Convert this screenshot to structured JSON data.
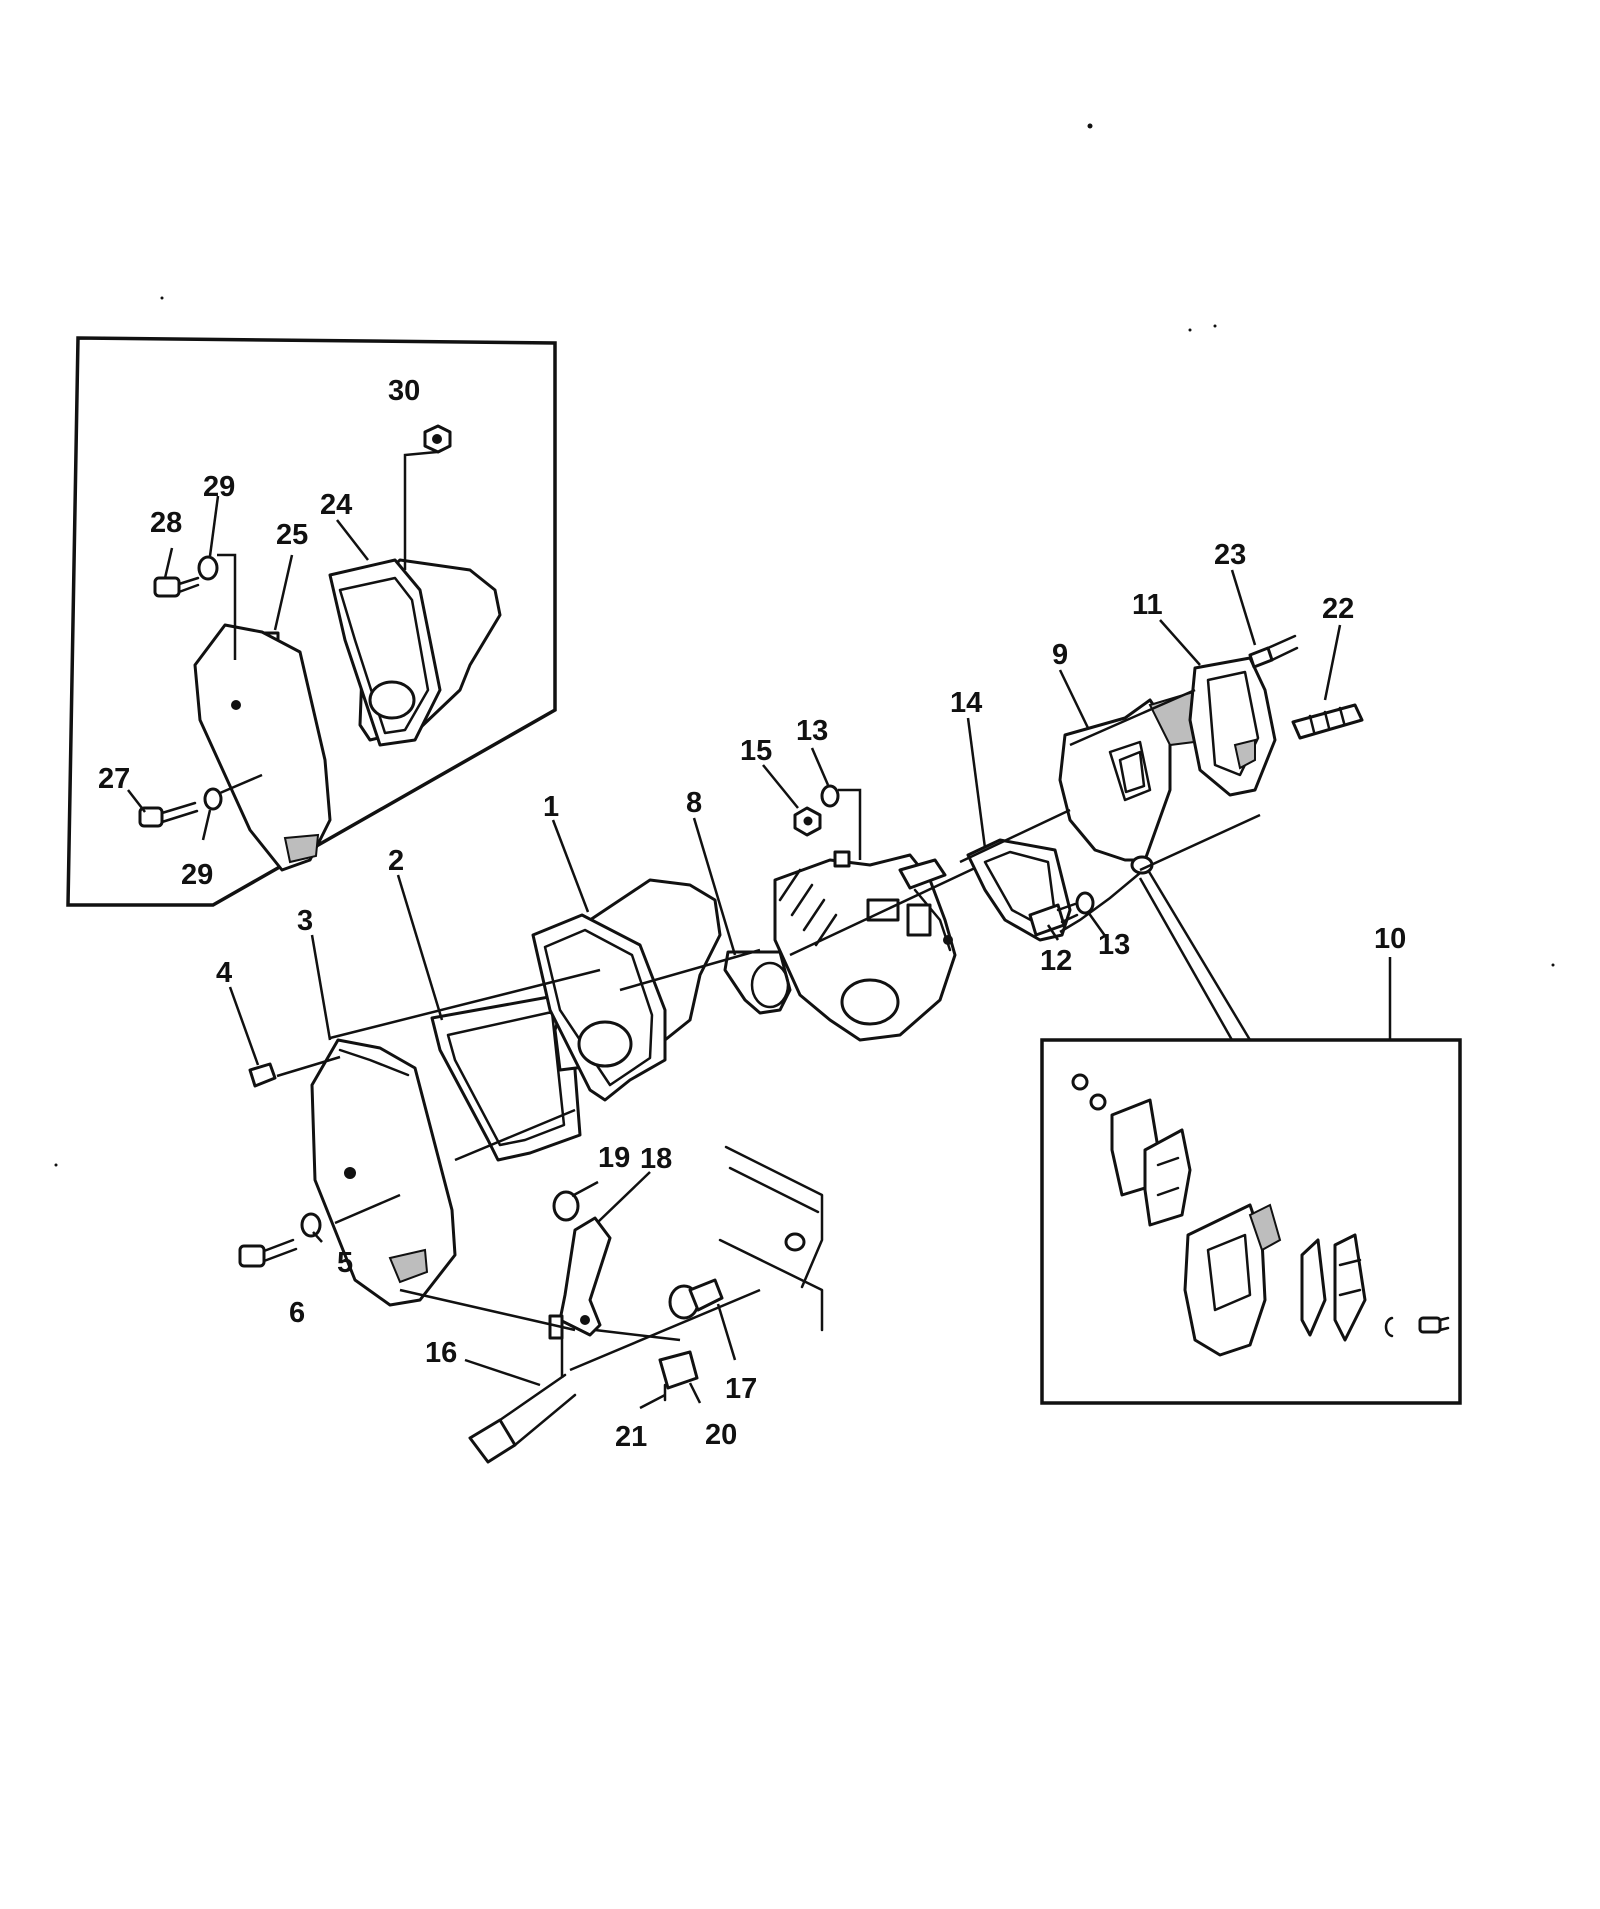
{
  "diagram": {
    "callouts": [
      {
        "id": "1",
        "text": "1"
      },
      {
        "id": "2",
        "text": "2"
      },
      {
        "id": "3",
        "text": "3"
      },
      {
        "id": "4",
        "text": "4"
      },
      {
        "id": "5",
        "text": "5"
      },
      {
        "id": "6",
        "text": "6"
      },
      {
        "id": "8",
        "text": "8"
      },
      {
        "id": "9",
        "text": "9"
      },
      {
        "id": "10",
        "text": "10"
      },
      {
        "id": "11",
        "text": "11"
      },
      {
        "id": "12",
        "text": "12"
      },
      {
        "id": "13a",
        "text": "13"
      },
      {
        "id": "13b",
        "text": "13"
      },
      {
        "id": "14",
        "text": "14"
      },
      {
        "id": "15",
        "text": "15"
      },
      {
        "id": "16",
        "text": "16"
      },
      {
        "id": "17",
        "text": "17"
      },
      {
        "id": "18",
        "text": "18"
      },
      {
        "id": "19",
        "text": "19"
      },
      {
        "id": "20",
        "text": "20"
      },
      {
        "id": "21",
        "text": "21"
      },
      {
        "id": "22",
        "text": "22"
      },
      {
        "id": "23",
        "text": "23"
      },
      {
        "id": "24",
        "text": "24"
      },
      {
        "id": "25",
        "text": "25"
      },
      {
        "id": "27",
        "text": "27"
      },
      {
        "id": "28",
        "text": "28"
      },
      {
        "id": "29a",
        "text": "29"
      },
      {
        "id": "29b",
        "text": "29"
      },
      {
        "id": "30",
        "text": "30"
      }
    ]
  }
}
